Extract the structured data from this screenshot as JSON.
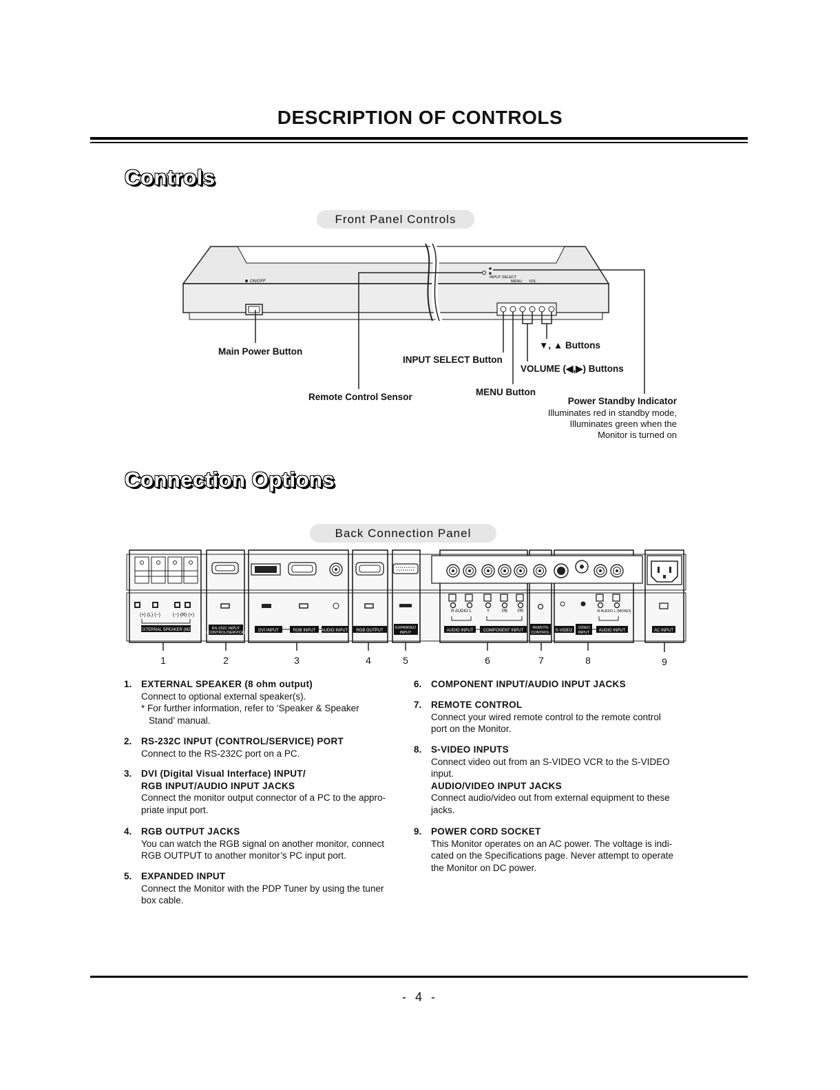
{
  "header": {
    "title": "DESCRIPTION OF CONTROLS"
  },
  "sections": {
    "controls": "Controls",
    "connections": "Connection Options"
  },
  "front_panel": {
    "label": "Front Panel Controls",
    "panel_text": {
      "on_off": "ON/OFF",
      "input_select": "INPUT SELECT",
      "menu": "MENU",
      "vol": "VOL"
    },
    "callouts": {
      "main_power": "Main Power Button",
      "remote_sensor": "Remote Control Sensor",
      "input_select": "INPUT SELECT Button",
      "menu": "MENU Button",
      "updown": "▼, ▲ Buttons",
      "volume": "VOLUME (◀,▶) Buttons",
      "standby": "Power Standby Indicator",
      "standby_desc": [
        "Illuminates red in standby mode,",
        "Illuminates green when the",
        "Monitor is turned on"
      ]
    }
  },
  "back_panel": {
    "label": "Back Connection Panel",
    "port_labels": {
      "external_speaker": "EXTERNAL SPEAKER (8Ω)",
      "rs232c_1": "RS-232C INPUT",
      "rs232c_2": "(CONTROL/SERVICE)",
      "dvi_input": "DVI INPUT",
      "rgb_input": "RGB INPUT",
      "audio_input": "AUDIO INPUT",
      "rgb_output": "RGB OUTPUT",
      "expanded_1": "EXPANDED",
      "expanded_2": "INPUT",
      "audio_input_2": "AUDIO INPUT",
      "component_input": "COMPONENT INPUT",
      "remote_1": "REMOTE",
      "remote_2": "CONTROL",
      "s_video": "S-VIDEO",
      "video_1": "VIDEO",
      "video_2": "INPUT",
      "audio_input_3": "AUDIO INPUT",
      "ac_input": "AC INPUT",
      "speaker_polarity_l": "(+) (L) (−)",
      "speaker_polarity_r": "(−) (R) (+)",
      "audio_rl": "R AUDIO L",
      "comp_y": "Y",
      "comp_pb": "PB",
      "comp_pr": "PR",
      "audio_mono": "R AUDIO L (MONO)"
    },
    "numbers": [
      "1",
      "2",
      "3",
      "4",
      "5",
      "6",
      "7",
      "8",
      "9"
    ]
  },
  "items_left": [
    {
      "num": "1.",
      "title": [
        "EXTERNAL SPEAKER (8 ohm output)"
      ],
      "text": [
        "Connect to optional external speaker(s)."
      ],
      "note": [
        "* For further information, refer to ‘Speaker & Speaker",
        "Stand’  manual."
      ]
    },
    {
      "num": "2.",
      "title": [
        "RS-232C INPUT (CONTROL/SERVICE) PORT"
      ],
      "text": [
        "Connect to the RS-232C port on a PC."
      ]
    },
    {
      "num": "3.",
      "title": [
        "DVI (Digital Visual Interface) INPUT/",
        "RGB INPUT/AUDIO INPUT JACKS"
      ],
      "text": [
        "Connect the monitor output connector of a PC to the appro-",
        "priate input port."
      ]
    },
    {
      "num": "4.",
      "title": [
        "RGB OUTPUT JACKS"
      ],
      "text": [
        "You can watch the RGB signal on another monitor, connect",
        "RGB OUTPUT to another monitor’s PC input port."
      ]
    },
    {
      "num": "5.",
      "title": [
        "EXPANDED INPUT"
      ],
      "text": [
        "Connect the Monitor with the PDP Tuner by using the tuner",
        "box cable."
      ]
    }
  ],
  "items_right": [
    {
      "num": "6.",
      "title": [
        "COMPONENT INPUT/AUDIO INPUT JACKS"
      ],
      "text": []
    },
    {
      "num": "7.",
      "title": [
        "REMOTE CONTROL"
      ],
      "text": [
        "Connect your wired remote control to the remote control",
        "port on the Monitor."
      ]
    },
    {
      "num": "8.",
      "title": [
        "S-VIDEO INPUTS"
      ],
      "text": [
        "Connect video out from an S-VIDEO VCR to the S-VIDEO",
        "input."
      ],
      "title2": "AUDIO/VIDEO INPUT JACKS",
      "text2": [
        "Connect audio/video out from external equipment to these",
        "jacks."
      ]
    },
    {
      "num": "9.",
      "title": [
        "POWER CORD SOCKET"
      ],
      "text": [
        "This Monitor operates on an AC power. The voltage is indi-",
        "cated on the Specifications page. Never attempt to operate",
        "the Monitor on DC power."
      ]
    }
  ],
  "footer": {
    "page_number": "- 4 -"
  }
}
